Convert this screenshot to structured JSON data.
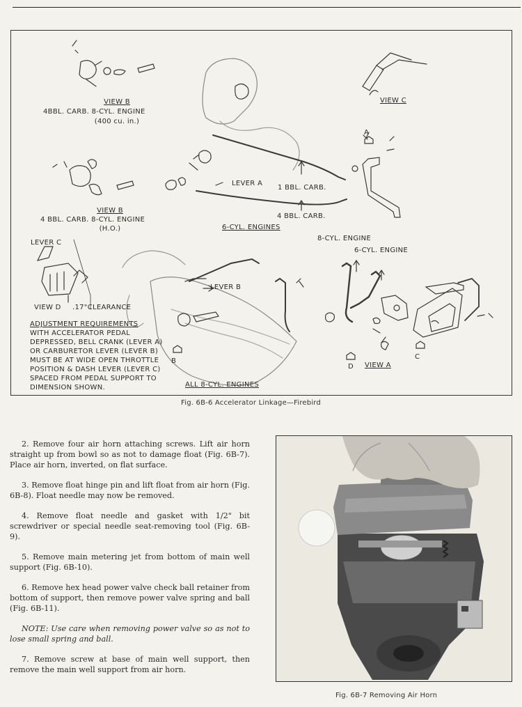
{
  "figure1": {
    "labels": {
      "view_b_top_title": "VIEW B",
      "view_b_top_l1": "4BBL. CARB. 8-CYL. ENGINE",
      "view_b_top_l2": "(400 cu. in.)",
      "view_c": "VIEW C",
      "a_marker": "A",
      "lever_a": "LEVER A",
      "carb_1bbl": "1 BBL. CARB.",
      "view_b_mid_title": "VIEW B",
      "view_b_mid_l1": "4 BBL. CARB. 8-CYL. ENGINE",
      "view_b_mid_l2": "(H.O.)",
      "carb_4bbl": "4 BBL. CARB.",
      "six_cyl_engines": "6-CYL. ENGINES",
      "lever_c": "LEVER C",
      "eight_cyl_engine": "8-CYL. ENGINE",
      "six_cyl_engine": "6-CYL. ENGINE",
      "lever_b": "LEVER B",
      "view_d": "VIEW D",
      "clearance": ".17\"CLEARANCE",
      "adj_title": "ADJUSTMENT REQUIREMENTS",
      "adj_lines": [
        "WITH ACCELERATOR PEDAL",
        "DEPRESSED, BELL CRANK (LEVER A)",
        "OR CARBURETOR LEVER (LEVER B)",
        "MUST BE AT WIDE OPEN THROTTLE",
        "POSITION & DASH LEVER (LEVER C)",
        "SPACED FROM PEDAL SUPPORT TO",
        "DIMENSION SHOWN."
      ],
      "b_marker": "B",
      "all_8cyl": "ALL 8-CYL. ENGINES",
      "d_marker": "D",
      "view_a": "VIEW A",
      "c_marker": "C"
    },
    "caption": "Fig. 6B-6  Accelerator Linkage—Firebird"
  },
  "paragraphs": [
    "2. Remove four air horn attaching screws. Lift air horn straight up from bowl so as not to damage float (Fig. 6B-7). Place air horn, inverted, on flat surface.",
    "3. Remove float hinge pin and lift float from air horn (Fig. 6B-8). Float needle may now be removed.",
    "4. Remove float needle and gasket with 1/2\" bit screwdriver or special needle seat-removing tool (Fig. 6B-9).",
    "5. Remove main metering jet from bottom of main well support (Fig. 6B-10).",
    "6. Remove hex head power valve check ball retainer from bottom of support, then remove power valve spring and ball (Fig. 6B-11).",
    "NOTE: Use care when removing power valve so as not to lose small spring and ball.",
    "7. Remove screw at base of main well support, then remove the main well support from air horn."
  ],
  "figure2": {
    "caption": "Fig. 6B-7  Removing Air Horn"
  }
}
